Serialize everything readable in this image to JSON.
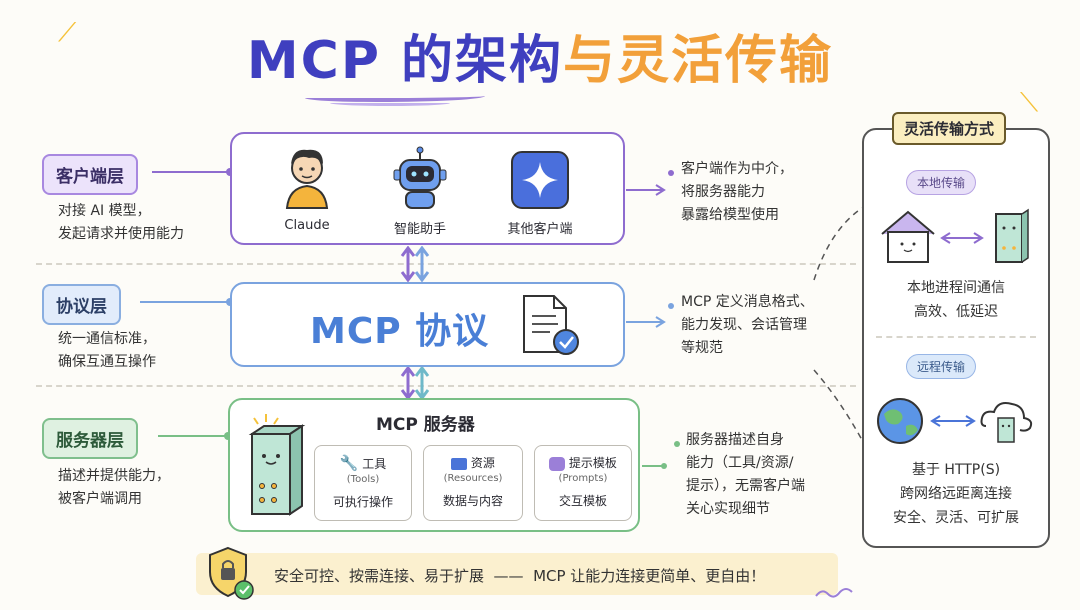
{
  "title": {
    "part1": "MCP 的架构",
    "part2": "与灵活传输"
  },
  "layers": {
    "client": {
      "tag": "客户端层",
      "desc": [
        "对接 AI 模型，",
        "发起请求并使用能力"
      ]
    },
    "protocol": {
      "tag": "协议层",
      "desc": [
        "统一通信标准，",
        "确保互通互操作"
      ]
    },
    "server": {
      "tag": "服务器层",
      "desc": [
        "描述并提供能力，",
        "被客户端调用"
      ]
    }
  },
  "client_box": {
    "items": [
      {
        "label": "Claude",
        "icon": "person-avatar-icon"
      },
      {
        "label": "智能助手",
        "icon": "robot-icon"
      },
      {
        "label": "其他客户端",
        "icon": "sparkle-app-icon"
      }
    ]
  },
  "protocol_box": {
    "label": "MCP 协议",
    "icon": "verified-document-icon"
  },
  "server_box": {
    "title": "MCP 服务器",
    "cards": [
      {
        "name": "工具",
        "en": "(Tools)",
        "desc": "可执行操作",
        "icon": "wrench-icon"
      },
      {
        "name": "资源",
        "en": "(Resources)",
        "desc": "数据与内容",
        "icon": "folder-icon"
      },
      {
        "name": "提示模板",
        "en": "(Prompts)",
        "desc": "交互模板",
        "icon": "chat-bubble-icon"
      }
    ]
  },
  "right_notes": {
    "client": [
      "客户端作为中介，",
      "将服务器能力",
      "暴露给模型使用"
    ],
    "protocol": [
      "MCP 定义消息格式、",
      "能力发现、会话管理",
      "等规范"
    ],
    "server": [
      "服务器描述自身",
      "能力（工具/资源/",
      "提示），无需客户端",
      "关心实现细节"
    ]
  },
  "transport": {
    "header": "灵活传输方式",
    "local": {
      "label": "本地传输",
      "lines": [
        "本地进程间通信",
        "高效、低延迟"
      ]
    },
    "remote": {
      "label": "远程传输",
      "lines": [
        "基于 HTTP(S)",
        "跨网络远距离连接",
        "安全、灵活、可扩展"
      ]
    }
  },
  "banner": "安全可控、按需连接、易于扩展  ——  MCP 让能力连接更简单、更自由！",
  "colors": {
    "client": "#8e6ccf",
    "protocol": "#7aa3df",
    "server": "#79bf86",
    "title_blue": "#3f3fbf",
    "title_orange": "#f2a03a",
    "banner_bg": "#fbf0cf"
  }
}
